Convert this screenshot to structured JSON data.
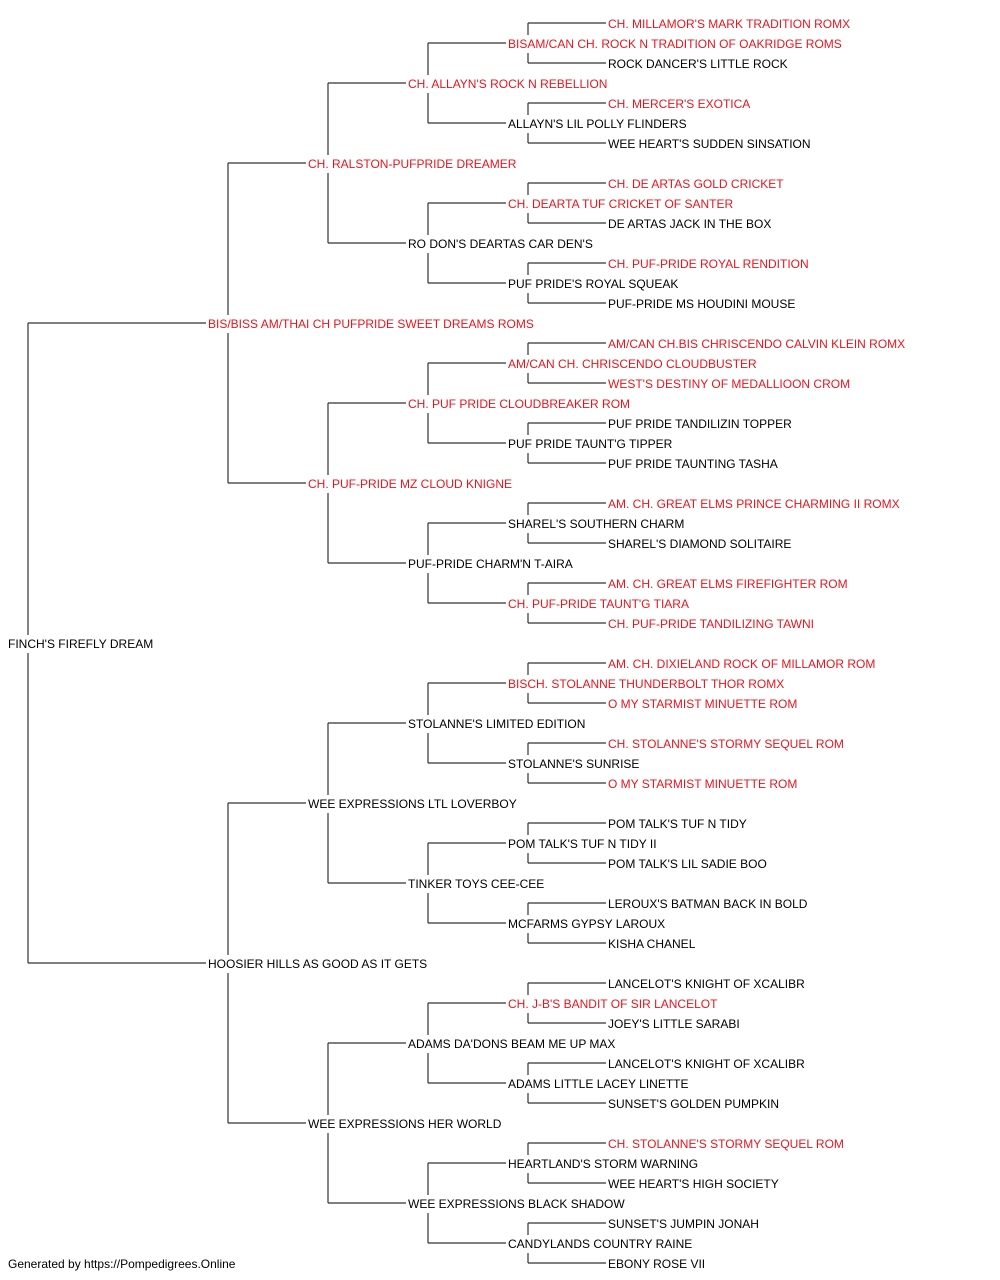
{
  "colors": {
    "champion": "#e8141c",
    "regular": "#000000",
    "line": "#333333"
  },
  "pedigree": {
    "name": "FINCH'S FIREFLY DREAM",
    "champion": false,
    "sire": {
      "name": "BIS/BISS AM/THAI CH PUFPRIDE SWEET DREAMS ROMS",
      "champion": true,
      "sire": {
        "name": "CH. RALSTON-PUFPRIDE DREAMER",
        "champion": true,
        "sire": {
          "name": "CH. ALLAYN'S ROCK N REBELLION",
          "champion": true,
          "sire": {
            "name": "BISAM/CAN CH. ROCK N TRADITION OF OAKRIDGE ROMS",
            "champion": true,
            "sire": {
              "name": "CH. MILLAMOR'S MARK TRADITION ROMX",
              "champion": true
            },
            "dam": {
              "name": "ROCK DANCER'S LITTLE ROCK",
              "champion": false
            }
          },
          "dam": {
            "name": "ALLAYN'S LIL POLLY FLINDERS",
            "champion": false,
            "sire": {
              "name": "CH. MERCER'S EXOTICA",
              "champion": true
            },
            "dam": {
              "name": "WEE HEART'S SUDDEN SINSATION",
              "champion": false
            }
          }
        },
        "dam": {
          "name": "RO DON'S DEARTAS CAR DEN'S",
          "champion": false,
          "sire": {
            "name": "CH. DEARTA TUF CRICKET OF SANTER",
            "champion": true,
            "sire": {
              "name": "CH. DE ARTAS GOLD CRICKET",
              "champion": true
            },
            "dam": {
              "name": "DE ARTAS JACK IN THE BOX",
              "champion": false
            }
          },
          "dam": {
            "name": "PUF PRIDE'S ROYAL SQUEAK",
            "champion": false,
            "sire": {
              "name": "CH. PUF-PRIDE ROYAL RENDITION",
              "champion": true
            },
            "dam": {
              "name": "PUF-PRIDE MS HOUDINI MOUSE",
              "champion": false
            }
          }
        }
      },
      "dam": {
        "name": "CH. PUF-PRIDE MZ CLOUD KNIGNE",
        "champion": true,
        "sire": {
          "name": "CH. PUF PRIDE CLOUDBREAKER ROM",
          "champion": true,
          "sire": {
            "name": "AM/CAN CH. CHRISCENDO CLOUDBUSTER",
            "champion": true,
            "sire": {
              "name": "AM/CAN CH.BIS CHRISCENDO CALVIN KLEIN ROMX",
              "champion": true
            },
            "dam": {
              "name": "WEST'S DESTINY OF MEDALLIOON CROM",
              "champion": true
            }
          },
          "dam": {
            "name": "PUF PRIDE TAUNT'G TIPPER",
            "champion": false,
            "sire": {
              "name": "PUF PRIDE TANDILIZIN TOPPER",
              "champion": false
            },
            "dam": {
              "name": "PUF PRIDE TAUNTING TASHA",
              "champion": false
            }
          }
        },
        "dam": {
          "name": "PUF-PRIDE CHARM'N T-AIRA",
          "champion": false,
          "sire": {
            "name": "SHAREL'S SOUTHERN CHARM",
            "champion": false,
            "sire": {
              "name": "AM. CH. GREAT ELMS PRINCE CHARMING II ROMX",
              "champion": true
            },
            "dam": {
              "name": "SHAREL'S DIAMOND SOLITAIRE",
              "champion": false
            }
          },
          "dam": {
            "name": "CH. PUF-PRIDE TAUNT'G TIARA",
            "champion": true,
            "sire": {
              "name": "AM. CH. GREAT ELMS FIREFIGHTER ROM",
              "champion": true
            },
            "dam": {
              "name": "CH. PUF-PRIDE TANDILIZING TAWNI",
              "champion": true
            }
          }
        }
      }
    },
    "dam": {
      "name": "HOOSIER HILLS AS GOOD AS IT GETS",
      "champion": false,
      "sire": {
        "name": "WEE EXPRESSIONS LTL LOVERBOY",
        "champion": false,
        "sire": {
          "name": "STOLANNE'S LIMITED EDITION",
          "champion": false,
          "sire": {
            "name": "BISCH. STOLANNE THUNDERBOLT THOR ROMX",
            "champion": true,
            "sire": {
              "name": "AM. CH. DIXIELAND ROCK OF MILLAMOR ROM",
              "champion": true
            },
            "dam": {
              "name": "O MY STARMIST MINUETTE ROM",
              "champion": true
            }
          },
          "dam": {
            "name": "STOLANNE'S SUNRISE",
            "champion": false,
            "sire": {
              "name": "CH. STOLANNE'S STORMY SEQUEL ROM",
              "champion": true
            },
            "dam": {
              "name": "O MY STARMIST MINUETTE ROM",
              "champion": true
            }
          }
        },
        "dam": {
          "name": "TINKER TOYS CEE-CEE",
          "champion": false,
          "sire": {
            "name": "POM TALK'S TUF N TIDY II",
            "champion": false,
            "sire": {
              "name": "POM TALK'S TUF N TIDY",
              "champion": false
            },
            "dam": {
              "name": "POM TALK'S LIL SADIE BOO",
              "champion": false
            }
          },
          "dam": {
            "name": "MCFARMS GYPSY LAROUX",
            "champion": false,
            "sire": {
              "name": "LEROUX'S BATMAN BACK IN BOLD",
              "champion": false
            },
            "dam": {
              "name": "KISHA CHANEL",
              "champion": false
            }
          }
        }
      },
      "dam": {
        "name": "WEE EXPRESSIONS HER WORLD",
        "champion": false,
        "sire": {
          "name": "ADAMS DA'DONS BEAM ME UP MAX",
          "champion": false,
          "sire": {
            "name": "CH. J-B'S BANDIT OF SIR LANCELOT",
            "champion": true,
            "sire": {
              "name": "LANCELOT'S KNIGHT OF XCALIBR",
              "champion": false
            },
            "dam": {
              "name": "JOEY'S LITTLE SARABI",
              "champion": false
            }
          },
          "dam": {
            "name": "ADAMS LITTLE LACEY LINETTE",
            "champion": false,
            "sire": {
              "name": "LANCELOT'S KNIGHT OF XCALIBR",
              "champion": false
            },
            "dam": {
              "name": "SUNSET'S GOLDEN PUMPKIN",
              "champion": false
            }
          }
        },
        "dam": {
          "name": "WEE EXPRESSIONS BLACK SHADOW",
          "champion": false,
          "sire": {
            "name": "HEARTLAND'S STORM WARNING",
            "champion": false,
            "sire": {
              "name": "CH. STOLANNE'S STORMY SEQUEL ROM",
              "champion": true
            },
            "dam": {
              "name": "WEE HEART'S HIGH SOCIETY",
              "champion": false
            }
          },
          "dam": {
            "name": "CANDYLANDS COUNTRY RAINE",
            "champion": false,
            "sire": {
              "name": "SUNSET'S JUMPIN JONAH",
              "champion": false
            },
            "dam": {
              "name": "EBONY ROSE VII",
              "champion": false
            }
          }
        }
      }
    }
  },
  "footer": {
    "text": "Generated by https://Pompedigrees.Online"
  }
}
